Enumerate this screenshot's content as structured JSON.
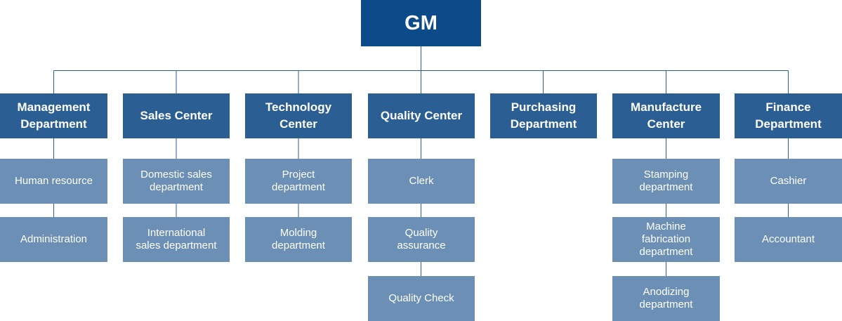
{
  "root": {
    "label": "GM"
  },
  "departments": [
    {
      "label": "Management\nDepartment",
      "children": [
        "Human resource",
        "Administration"
      ]
    },
    {
      "label": "Sales Center",
      "children": [
        "Domestic sales\ndepartment",
        "International\nsales department"
      ]
    },
    {
      "label": "Technology\nCenter",
      "children": [
        "Project\ndepartment",
        "Molding\ndepartment"
      ]
    },
    {
      "label": "Quality Center",
      "children": [
        "Clerk",
        "Quality\nassurance",
        "Quality Check"
      ]
    },
    {
      "label": "Purchasing\nDepartment",
      "children": []
    },
    {
      "label": "Manufacture\nCenter",
      "children": [
        "Stamping\ndepartment",
        "Machine\nfabrication\ndepartment",
        "Anodizing\ndepartment"
      ]
    },
    {
      "label": "Finance\nDepartment",
      "children": [
        "Cashier",
        "Accountant"
      ]
    }
  ],
  "colors": {
    "root": "#0d4a8a",
    "department": "#2b5f93",
    "sub": "#6b8fb5",
    "connector": "#2b5f93"
  }
}
